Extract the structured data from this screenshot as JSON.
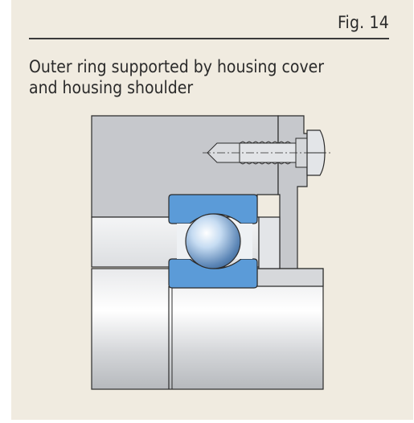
{
  "figure": {
    "label": "Fig. 14",
    "title_line1": "Outer ring supported by housing cover",
    "title_line2": "and housing shoulder"
  },
  "colors": {
    "background": "#f0ebe0",
    "housing": "#c6c8cc",
    "bearing_ring": "#5b9bd8",
    "outline": "#2b2b2b"
  }
}
